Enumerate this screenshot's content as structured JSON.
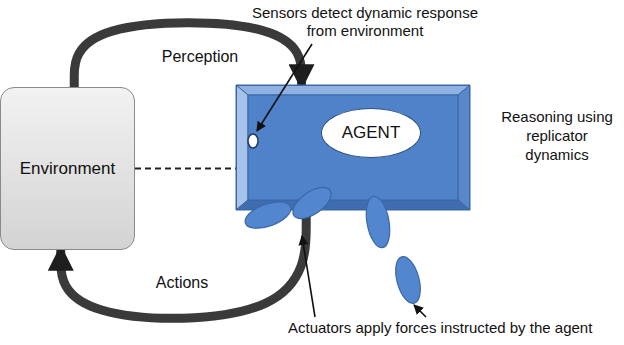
{
  "diagram": {
    "nodes": [
      {
        "text": [
          "Environment"
        ]
      },
      {
        "text": [
          "Reasoning using replicator dynamics"
        ]
      },
      {
        "text": [
          "AGENT"
        ],
        "in": 1
      }
    ],
    "edges": [
      {
        "from": 0,
        "to": 1,
        "label": "Perception",
        "arrow": "to"
      },
      {
        "from": 1,
        "to": 0,
        "label": "Actions",
        "arrow": "to"
      },
      {
        "from": 0,
        "to": 1,
        "arrow": "none"
      }
    ],
    "labels": [
      "Sensors detect dynamic response from environment",
      "Actuators apply forces instructed by the agent"
    ]
  }
}
